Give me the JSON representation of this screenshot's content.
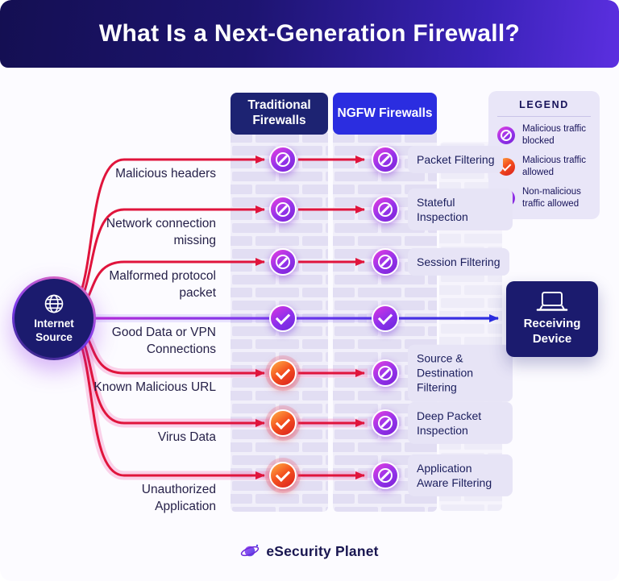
{
  "title": "What Is a Next-Generation Firewall?",
  "columns": {
    "traditional": "Traditional Firewalls",
    "ngfw": "NGFW Firewalls"
  },
  "legend": {
    "title": "LEGEND",
    "items": [
      {
        "icon": "malicious-blocked-icon",
        "label": "Malicious traffic blocked"
      },
      {
        "icon": "malicious-allowed-icon",
        "label": "Malicious traffic allowed"
      },
      {
        "icon": "non-malicious-allowed-icon",
        "label": "Non-malicious traffic allowed"
      }
    ]
  },
  "source": {
    "label": "Internet Source"
  },
  "device": {
    "label": "Receiving Device"
  },
  "rows": [
    {
      "traffic": "Malicious headers",
      "traditional_result": "blocked",
      "ngfw_result": "blocked",
      "ngfw_feature": "Packet Filtering"
    },
    {
      "traffic": "Network connection missing",
      "traditional_result": "blocked",
      "ngfw_result": "blocked",
      "ngfw_feature": "Stateful Inspection"
    },
    {
      "traffic": "Malformed protocol packet",
      "traditional_result": "blocked",
      "ngfw_result": "blocked",
      "ngfw_feature": "Session Filtering"
    },
    {
      "traffic": "Good Data or VPN Connections",
      "traditional_result": "allowed",
      "ngfw_result": "allowed"
    },
    {
      "traffic": "Known Malicious URL",
      "traditional_result": "malicious-allowed",
      "ngfw_result": "blocked",
      "ngfw_feature": "Source & Destination Filtering"
    },
    {
      "traffic": "Virus Data",
      "traditional_result": "malicious-allowed",
      "ngfw_result": "blocked",
      "ngfw_feature": "Deep Packet Inspection"
    },
    {
      "traffic": "Unauthorized Application",
      "traditional_result": "malicious-allowed",
      "ngfw_result": "blocked",
      "ngfw_feature": "Application Aware Filtering"
    }
  ],
  "footer": {
    "brand": "eSecurity Planet"
  },
  "colors": {
    "banner_navy": "#140F52",
    "banner_purple": "#5B2FE0",
    "blocked_purple": "#9333EA",
    "malicious_allowed_red": "#E0392A",
    "good_traffic_blue": "#2B2DE0",
    "arrow_red": "#E0143C",
    "node_navy": "#1B1B6E",
    "panel_lavender": "#E9E6F8"
  }
}
